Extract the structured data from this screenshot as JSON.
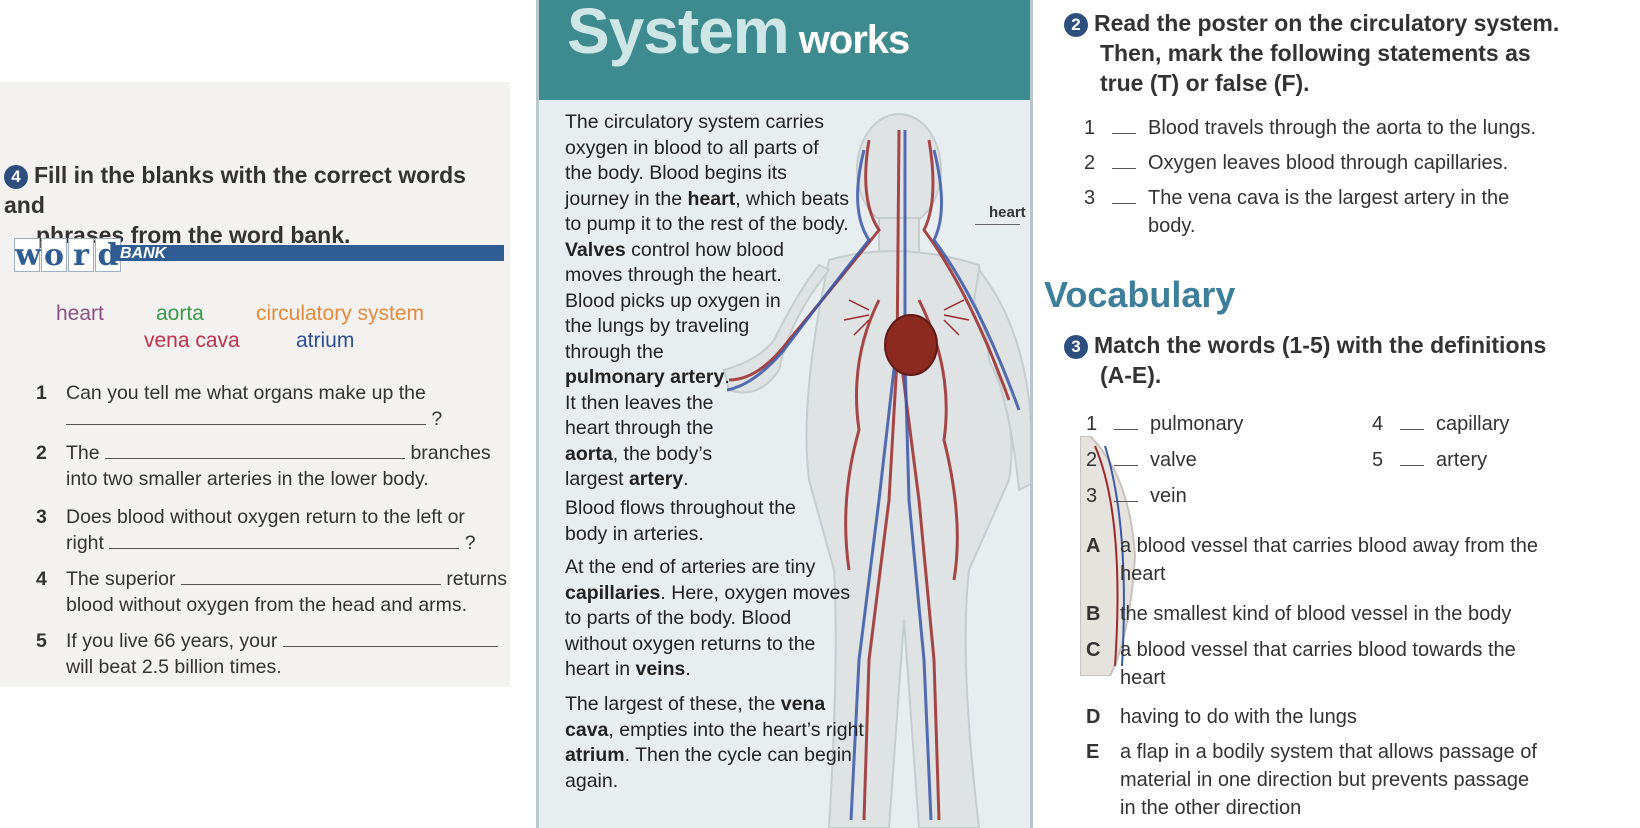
{
  "left": {
    "exercise_number": "4",
    "exercise_title_line1": "Fill in the blanks with the correct words and",
    "exercise_title_line2": "phrases from the word bank.",
    "word_bank_letters": [
      "w",
      "o",
      "r",
      "d"
    ],
    "word_bank_label": "BANK",
    "bank_words": [
      {
        "text": "heart",
        "color": "#8a4f84"
      },
      {
        "text": "aorta",
        "color": "#3a9a4a"
      },
      {
        "text": "circulatory system",
        "color": "#e58a3c"
      },
      {
        "text": "vena cava",
        "color": "#c0304a"
      },
      {
        "text": "atrium",
        "color": "#2d4f98"
      }
    ],
    "questions": [
      {
        "num": "1",
        "line1": "Can you tell me what organs make up the",
        "line2_end": "?"
      },
      {
        "num": "2",
        "line1_start": "The",
        "line1_end": "branches",
        "line2": "into two smaller arteries in the lower body."
      },
      {
        "num": "3",
        "line1": "Does blood without oxygen return to the left or",
        "line2_start": "right",
        "line2_end": "?"
      },
      {
        "num": "4",
        "line1_start": "The superior",
        "line1_end": "returns",
        "line2": "blood without oxygen from the head and arms."
      },
      {
        "num": "5",
        "line1_start": "If you live 66 years, your",
        "line2": "will beat 2.5 billion times."
      }
    ]
  },
  "poster": {
    "title_big": "System",
    "title_small": "works",
    "heart_label": "heart",
    "p1": [
      {
        "t": "The circulatory system carries"
      },
      {
        "t": "oxygen in blood to all parts of"
      },
      {
        "t": "the body. Blood begins its"
      },
      {
        "t": "journey in the ",
        "b": "heart",
        "e": ", which beats"
      },
      {
        "t": "to pump it to the rest of the body."
      },
      {
        "b": "Valves",
        "e": " control how blood"
      },
      {
        "t": "moves through the heart."
      },
      {
        "t": "Blood picks up oxygen in"
      },
      {
        "t": "the lungs by traveling"
      },
      {
        "t": "through the"
      },
      {
        "b": "pulmonary artery",
        "e": "."
      },
      {
        "t": "It then leaves the"
      },
      {
        "t": "heart through the"
      },
      {
        "b": "aorta",
        "e": ", the body’s"
      },
      {
        "t": "largest ",
        "b": "artery",
        "e": "."
      }
    ],
    "p2": [
      {
        "t": "Blood flows throughout the"
      },
      {
        "t": "body in arteries."
      }
    ],
    "p3": [
      {
        "t": "At the end of arteries are tiny"
      },
      {
        "b": "capillaries",
        "e": ". Here, oxygen moves"
      },
      {
        "t": "to parts of the body. Blood"
      },
      {
        "t": "without oxygen returns to the"
      },
      {
        "t": "heart in ",
        "b": "veins",
        "e": "."
      }
    ],
    "p4": [
      {
        "t": "The largest of these, the ",
        "b": "vena"
      },
      {
        "b": "cava",
        "e": ", empties into the heart’s right"
      },
      {
        "b": "atrium",
        "e": ". Then the cycle can begin"
      },
      {
        "t": "again."
      }
    ]
  },
  "right": {
    "ex2_number": "2",
    "ex2_title": [
      "Read the poster on the circulatory system.",
      "Then, mark the following statements as",
      "true (T) or false (F)."
    ],
    "statements": [
      {
        "num": "1",
        "text": "Blood travels through the aorta to the lungs."
      },
      {
        "num": "2",
        "text": "Oxygen leaves blood through capillaries."
      },
      {
        "num": "3",
        "text": "The vena cava is the largest artery in the",
        "text2": "body."
      }
    ],
    "vocab_heading": "Vocabulary",
    "ex3_number": "3",
    "ex3_title": [
      "Match the words (1-5) with the definitions",
      "(A-E)."
    ],
    "words": [
      {
        "num": "1",
        "text": "pulmonary"
      },
      {
        "num": "2",
        "text": "valve"
      },
      {
        "num": "3",
        "text": "vein"
      },
      {
        "num": "4",
        "text": "capillary"
      },
      {
        "num": "5",
        "text": "artery"
      }
    ],
    "definitions": [
      {
        "letter": "A",
        "lines": [
          "a blood vessel that carries blood away from the",
          "heart"
        ]
      },
      {
        "letter": "B",
        "lines": [
          "the smallest kind of blood vessel in the body"
        ]
      },
      {
        "letter": "C",
        "lines": [
          "a blood vessel that carries blood towards the",
          "heart"
        ]
      },
      {
        "letter": "D",
        "lines": [
          "having to do with the lungs"
        ]
      },
      {
        "letter": "E",
        "lines": [
          "a flap in a bodily system that allows passage of",
          "material in one direction but prevents passage",
          "in the other direction"
        ]
      }
    ]
  },
  "colors": {
    "teal": "#3d8b8e",
    "navy": "#2f5d93",
    "vocab": "#3d7f9a",
    "artery": "#9b2a2a",
    "vein": "#3a57a8"
  }
}
